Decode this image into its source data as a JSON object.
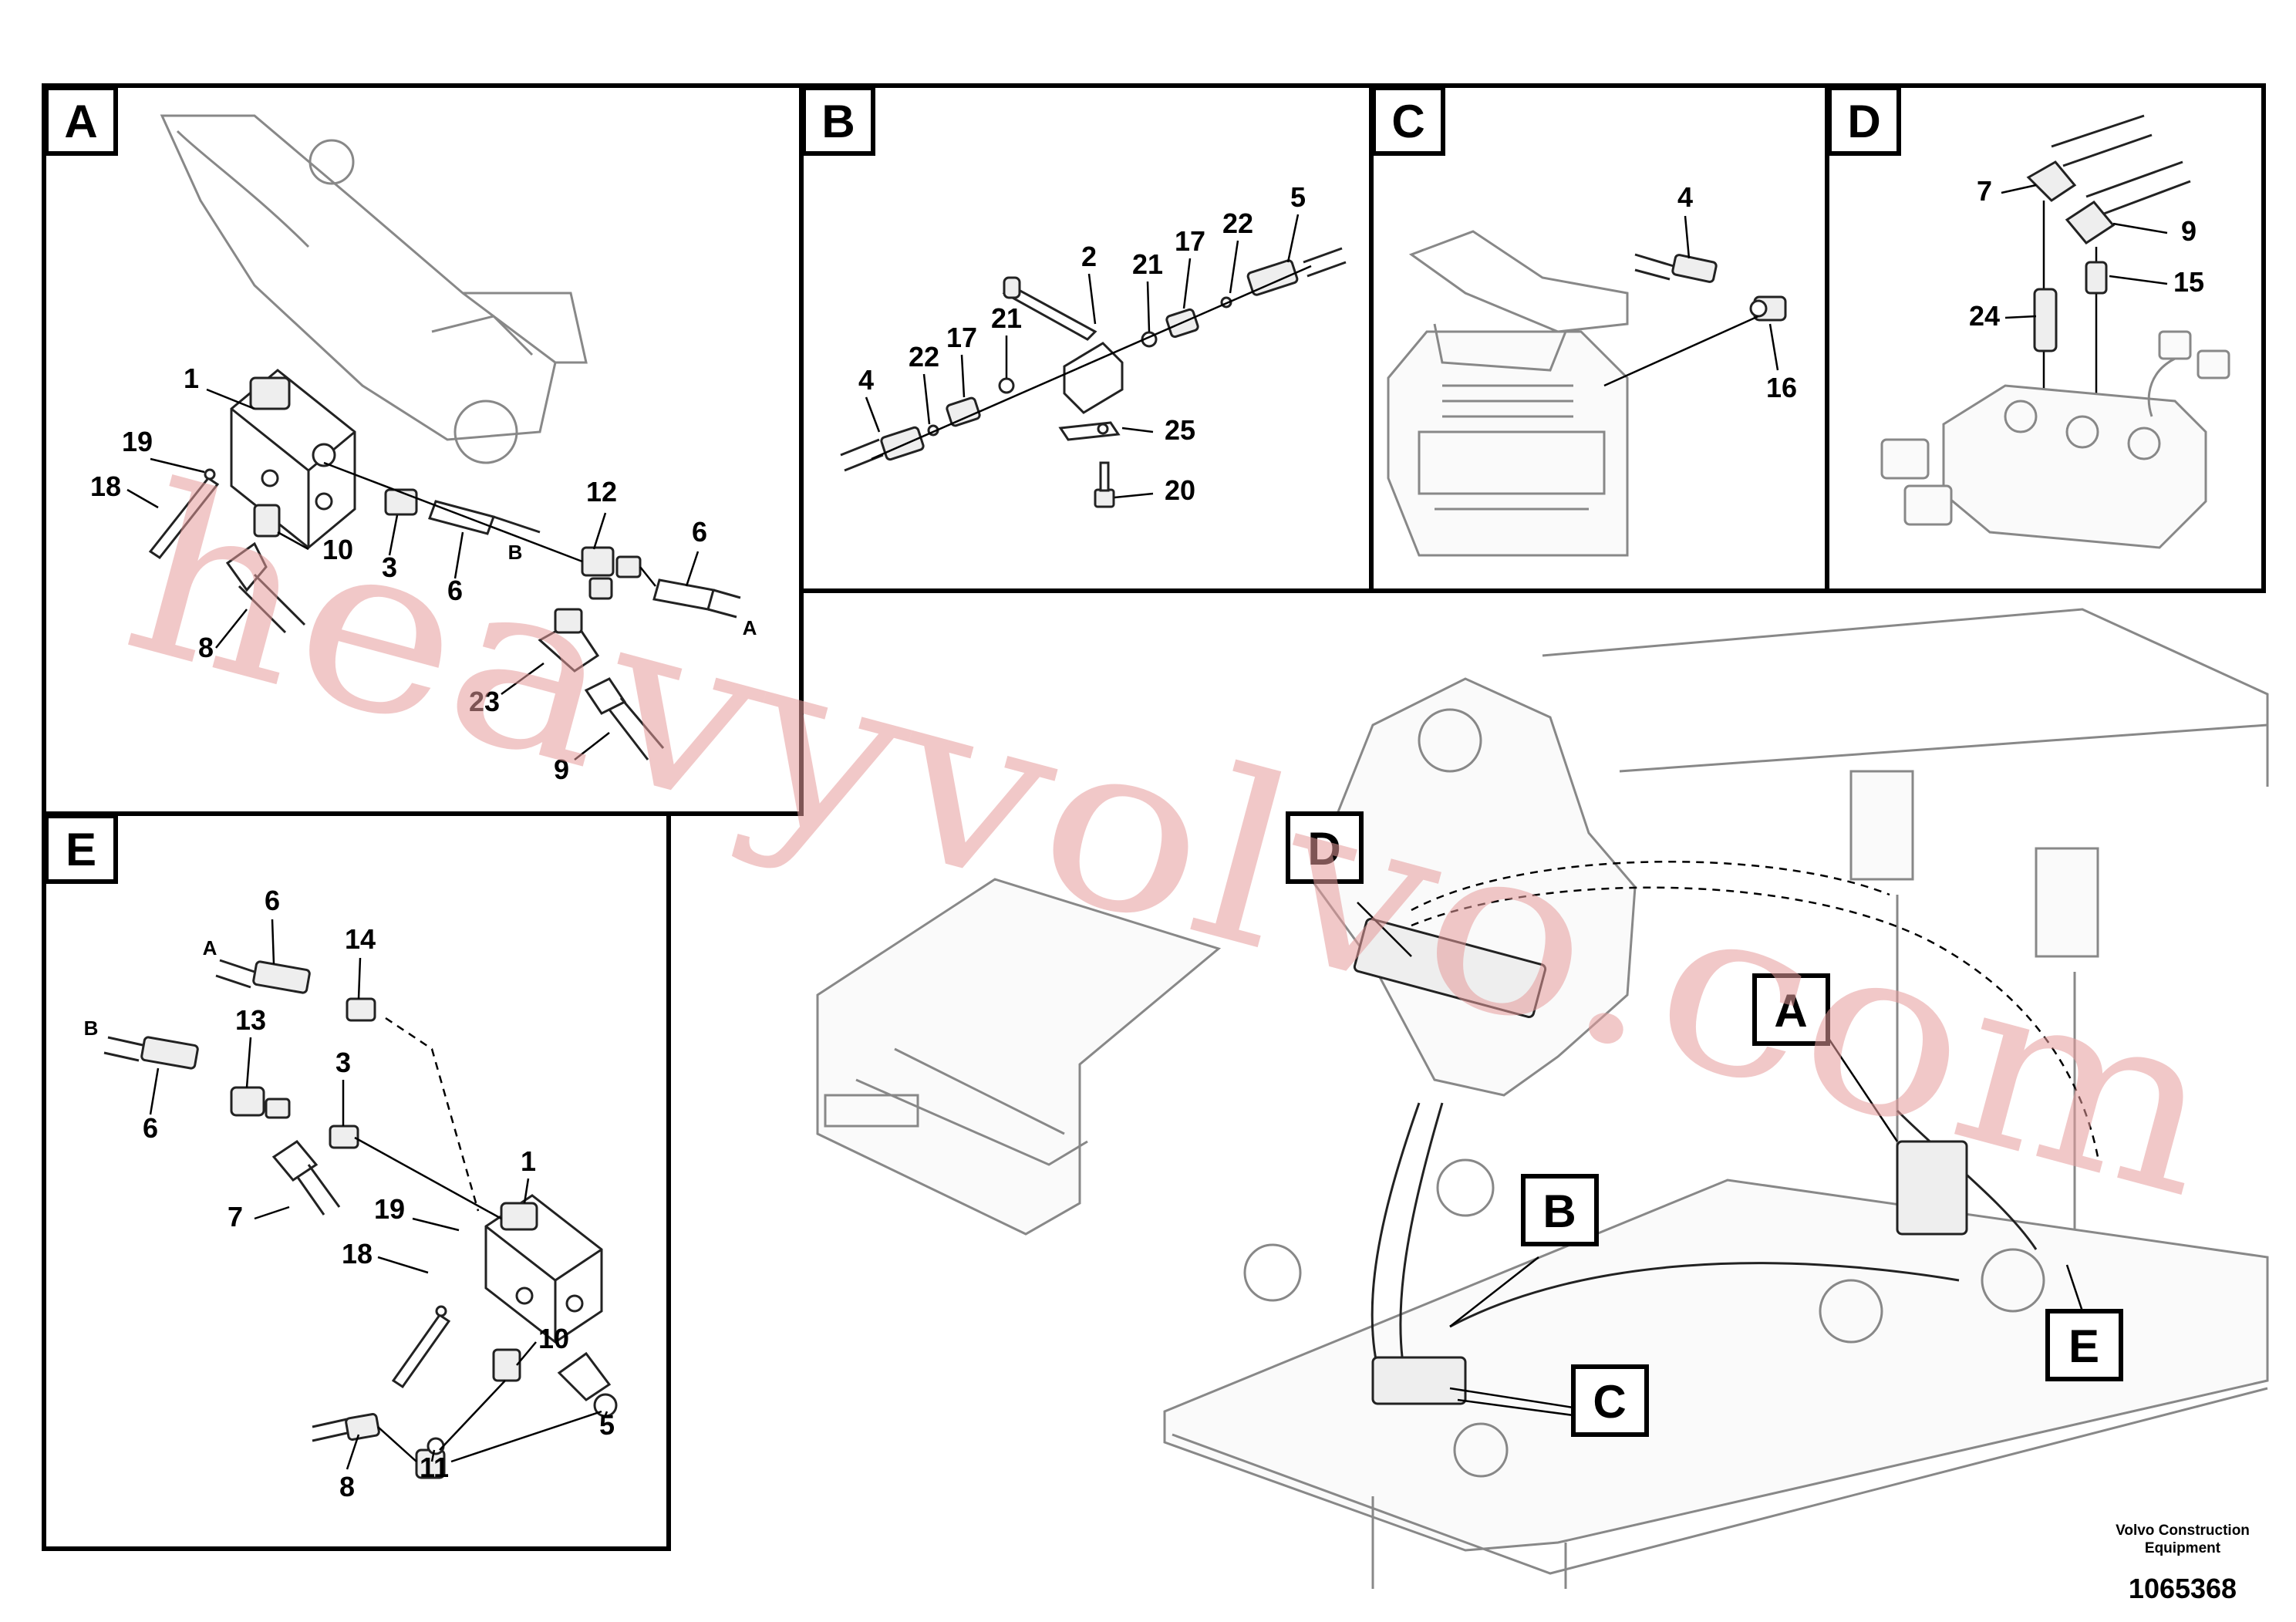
{
  "panels": {
    "A": {
      "label": "A",
      "callouts": [
        "1",
        "19",
        "18",
        "10",
        "8",
        "3",
        "6",
        "12",
        "6",
        "23",
        "9"
      ],
      "ports": [
        "B",
        "A"
      ]
    },
    "B": {
      "label": "B",
      "callouts": [
        "2",
        "21",
        "17",
        "22",
        "5",
        "4",
        "22",
        "17",
        "21",
        "25",
        "20"
      ]
    },
    "C": {
      "label": "C",
      "callouts": [
        "4",
        "16"
      ]
    },
    "D": {
      "label": "D",
      "callouts": [
        "7",
        "9",
        "15",
        "24"
      ]
    },
    "E": {
      "label": "E",
      "callouts": [
        "6",
        "14",
        "13",
        "3",
        "6",
        "1",
        "7",
        "19",
        "18",
        "10",
        "5",
        "11",
        "8"
      ],
      "ports": [
        "A",
        "B"
      ]
    }
  },
  "overview": {
    "detail_labels": [
      "D",
      "A",
      "B",
      "C",
      "E"
    ]
  },
  "footer": {
    "company_line1": "Volvo Construction",
    "company_line2": "Equipment",
    "drawing_number": "1065368"
  },
  "watermark": "heavyvolvo.com"
}
